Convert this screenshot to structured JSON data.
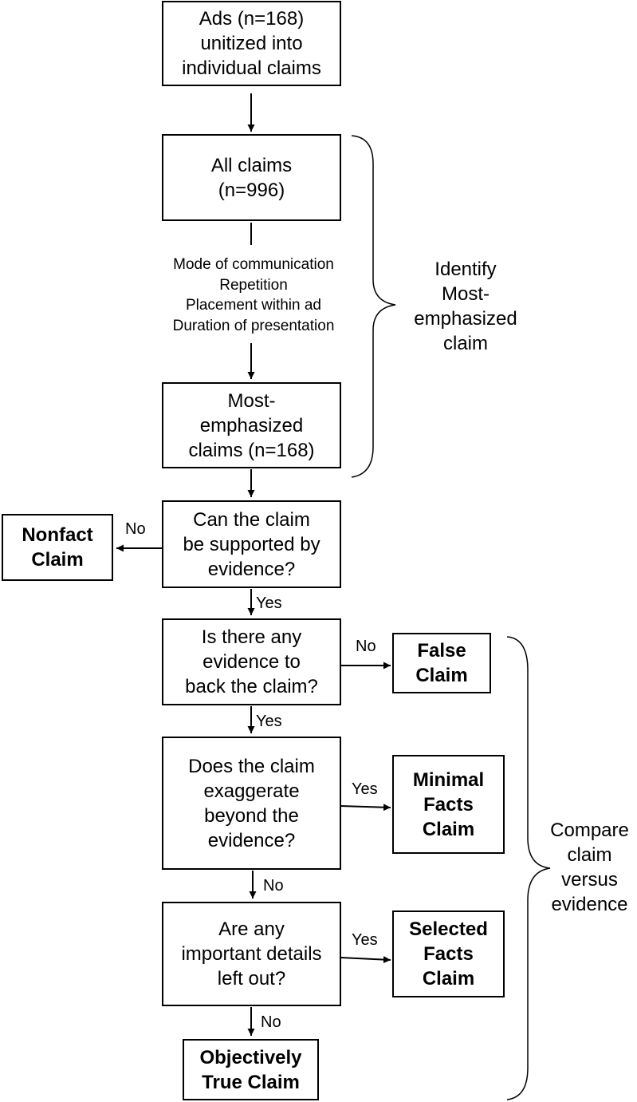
{
  "nodes": {
    "ads": {
      "lines": [
        "Ads (n=168)",
        "unitized into",
        "individual claims"
      ]
    },
    "all_claims": {
      "lines": [
        "All claims",
        "(n=996)"
      ]
    },
    "criteria": {
      "lines": [
        "Mode of communication",
        "Repetition",
        "Placement within ad",
        "Duration of presentation"
      ]
    },
    "most_emph": {
      "lines": [
        "Most-",
        "emphasized",
        "claims (n=168)"
      ]
    },
    "q1": {
      "lines": [
        "Can the claim",
        "be supported by",
        "evidence?"
      ]
    },
    "nonfact": {
      "lines": [
        "Nonfact",
        "Claim"
      ]
    },
    "q2": {
      "lines": [
        "Is there any",
        "evidence to",
        "back the claim?"
      ]
    },
    "false_claim": {
      "lines": [
        "False",
        "Claim"
      ]
    },
    "q3": {
      "lines": [
        "Does the claim",
        "exaggerate",
        "beyond the",
        "evidence?"
      ]
    },
    "minimal": {
      "lines": [
        "Minimal",
        "Facts",
        "Claim"
      ]
    },
    "q4": {
      "lines": [
        "Are any",
        "important details",
        "left out?"
      ]
    },
    "selected": {
      "lines": [
        "Selected",
        "Facts",
        "Claim"
      ]
    },
    "objective": {
      "lines": [
        "Objectively",
        "True Claim"
      ]
    }
  },
  "edge_labels": {
    "q1_no": "No",
    "q1_yes": "Yes",
    "q2_no": "No",
    "q2_yes": "Yes",
    "q3_yes": "Yes",
    "q3_no": "No",
    "q4_yes": "Yes",
    "q4_no": "No"
  },
  "groups": {
    "identify": {
      "lines": [
        "Identify",
        "Most-",
        "emphasized",
        "claim"
      ]
    },
    "compare": {
      "lines": [
        "Compare",
        "claim",
        "versus",
        "evidence"
      ]
    }
  }
}
